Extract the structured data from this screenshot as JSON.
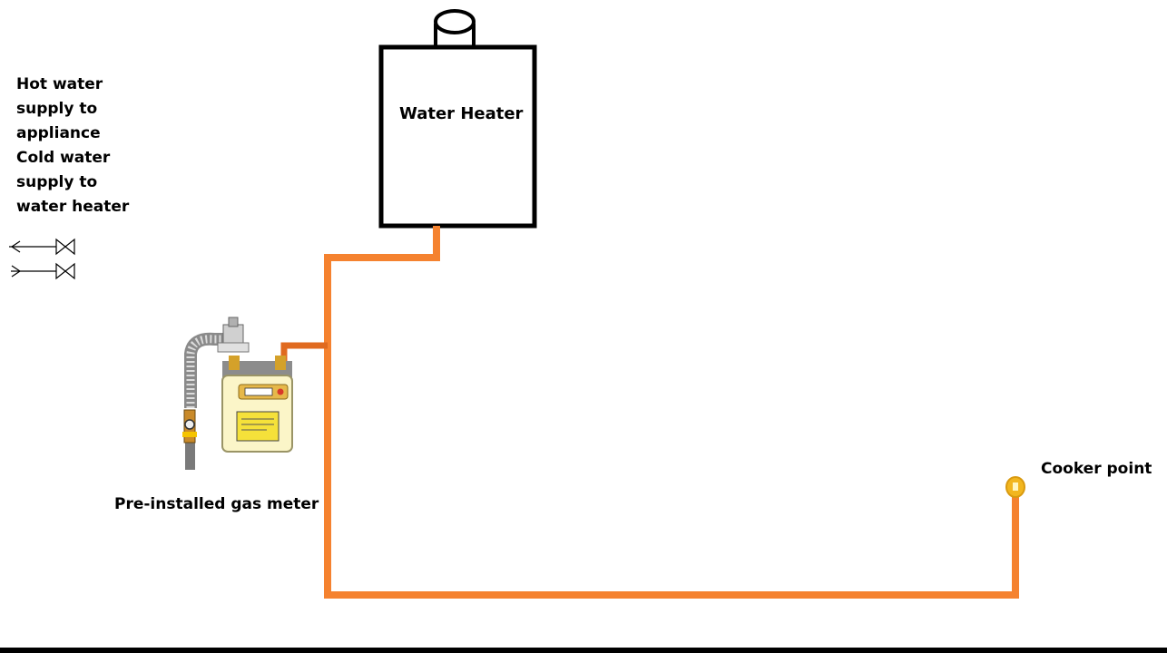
{
  "legend": {
    "lines": [
      "Hot water",
      "supply to",
      "appliance",
      "Cold water",
      "supply to",
      "water heater"
    ]
  },
  "water_heater": {
    "label": "Water Heater"
  },
  "gas_meter": {
    "label": "Pre-installed gas meter"
  },
  "cooker": {
    "label": "Cooker point"
  },
  "colors": {
    "gas_pipe": "#f5822f",
    "pipe_dark": "#d96a1e",
    "cooker_point": "#f2b61f",
    "meter_body": "#fbf5c8",
    "meter_label": "#f5e13a",
    "ground_line": "#000000"
  }
}
